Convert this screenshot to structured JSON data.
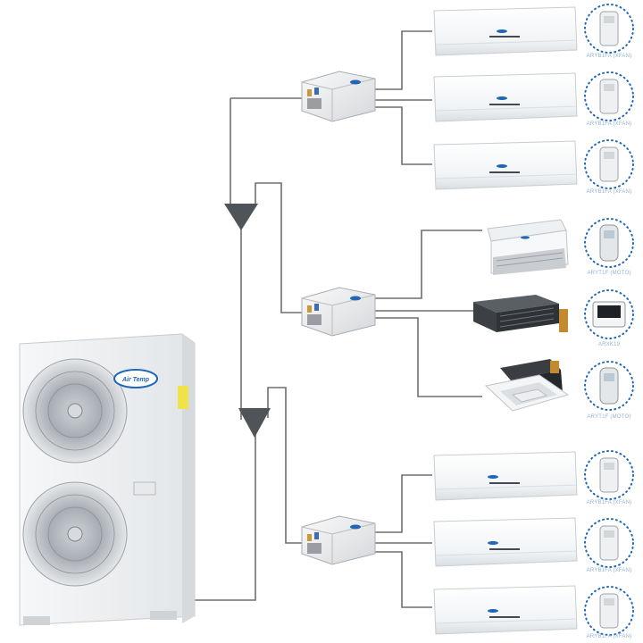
{
  "outdoor_unit": {
    "brand": "Air Temp"
  },
  "branch_boxes": [
    {
      "name": "branch-box-top"
    },
    {
      "name": "branch-box-middle"
    },
    {
      "name": "branch-box-bottom"
    }
  ],
  "indoor_units": [
    {
      "type": "wall-mounted",
      "controller": "ARYB1FA (XFAN)"
    },
    {
      "type": "wall-mounted",
      "controller": "ARYB1FA (XFAN)"
    },
    {
      "type": "wall-mounted",
      "controller": "ARYB1FA (XFAN)"
    },
    {
      "type": "floor-ceiling",
      "controller": "ARYT1F (MOTO)"
    },
    {
      "type": "ducted",
      "controller": "ARXK19"
    },
    {
      "type": "cassette",
      "controller": "ARYT1F (MOTO)"
    },
    {
      "type": "wall-mounted",
      "controller": "ARYB1FA (XFAN)"
    },
    {
      "type": "wall-mounted",
      "controller": "ARYB1FA (XFAN)"
    },
    {
      "type": "wall-mounted",
      "controller": "ARYB1FA (XFAN)"
    }
  ],
  "colors": {
    "pipe": "#6e6e6e",
    "accent": "#1f67b4",
    "label": "#8fb3d6",
    "sticker": "#f2e24a"
  }
}
